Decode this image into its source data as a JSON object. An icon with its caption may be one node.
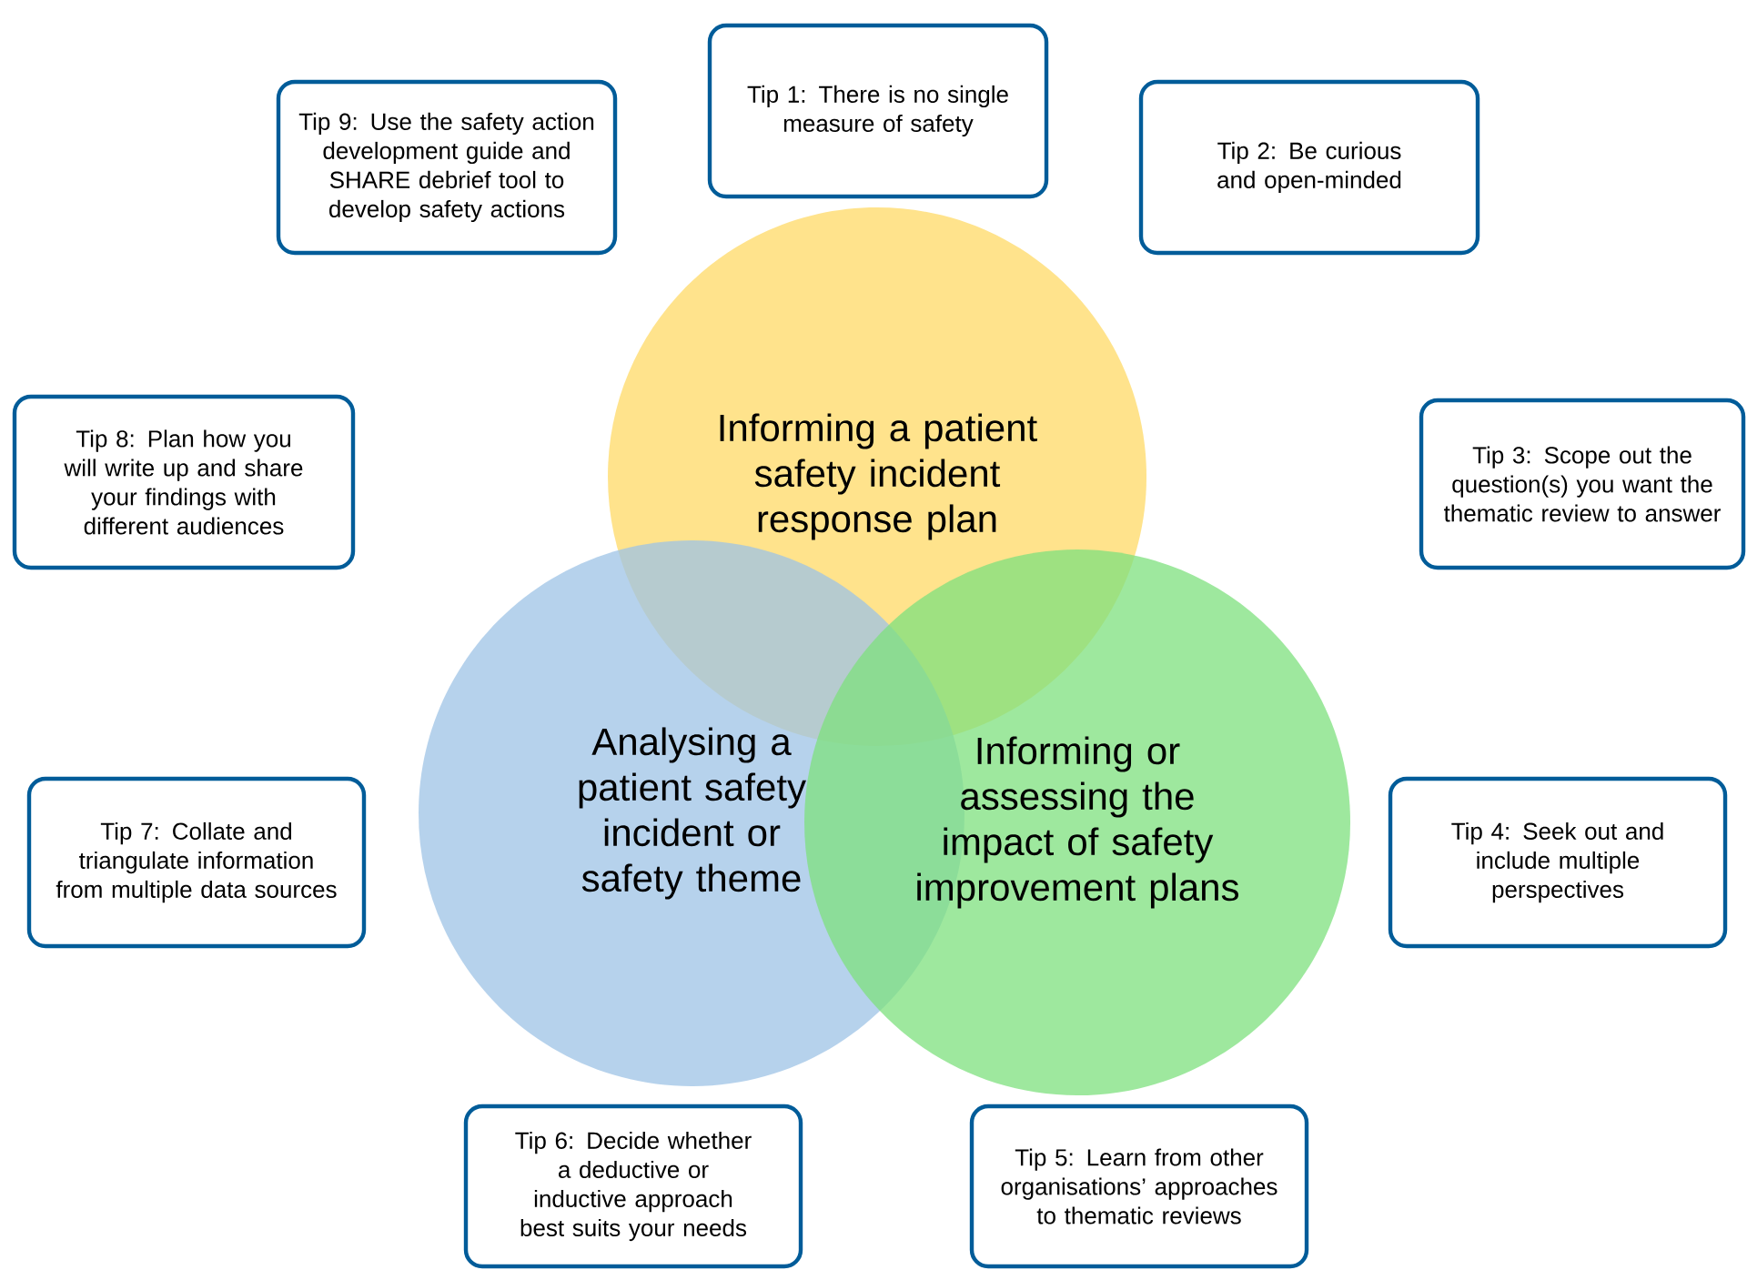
{
  "diagram": {
    "nodes": [
      {
        "text": [
          "Informing a patient safety incident response plan"
        ]
      },
      {
        "text": [
          "Analysing a patient safety incident or safety theme"
        ]
      },
      {
        "text": [
          "Informing or assessing the impact of safety improvement plans"
        ]
      },
      {
        "text": [
          "Tip 1: There is no single measure of safety"
        ]
      },
      {
        "text": [
          "Tip 2: Be curious and open-minded"
        ]
      },
      {
        "text": [
          "Tip 3: Scope out the question(s) you  want the thematic review to answer"
        ]
      },
      {
        "text": [
          "Tip 4: Seek out and include multiple perspectives"
        ]
      },
      {
        "text": [
          "Tip 5: Learn from other organisations’ approaches to thematic reviews"
        ]
      },
      {
        "text": [
          "Tip 6: Decide whether a deductive or inductive approach best suits your needs"
        ]
      },
      {
        "text": [
          "Tip 7: Collate and triangulate information from multiple data sources"
        ]
      },
      {
        "text": [
          "Tip 8: Plan how you will write up and share your findings with different audiences"
        ]
      },
      {
        "text": [
          "Tip 9: Use the safety action development guide and SHARE debrief tool to develop safety actions"
        ]
      }
    ]
  }
}
